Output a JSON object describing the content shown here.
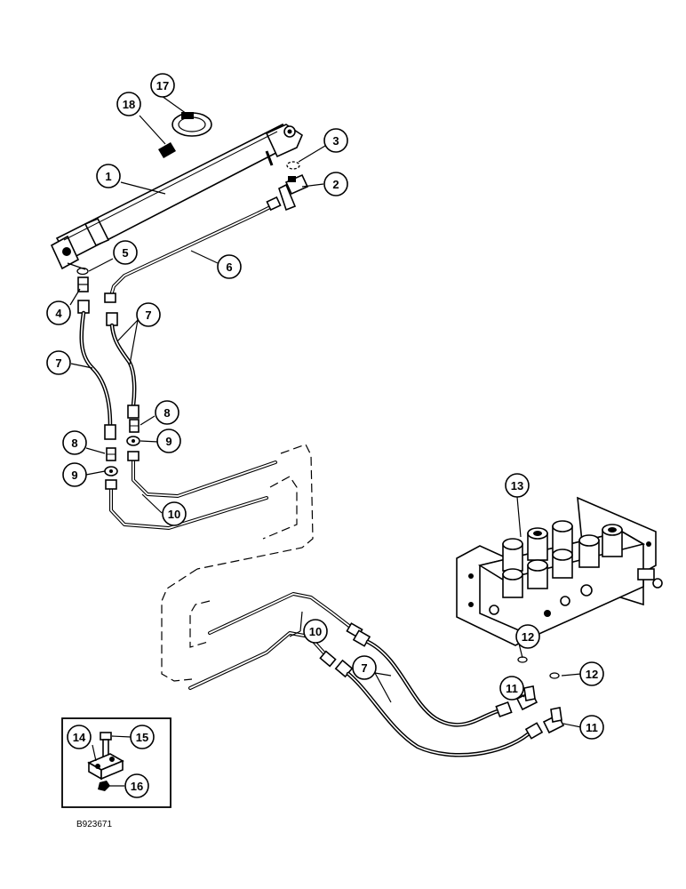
{
  "figure_ref": "B923671",
  "callouts": [
    "1",
    "2",
    "3",
    "4",
    "5",
    "6",
    "7",
    "7",
    "7",
    "8",
    "8",
    "9",
    "9",
    "10",
    "10",
    "11",
    "11",
    "12",
    "12",
    "13",
    "14",
    "15",
    "16",
    "17",
    "18",
    "7"
  ]
}
